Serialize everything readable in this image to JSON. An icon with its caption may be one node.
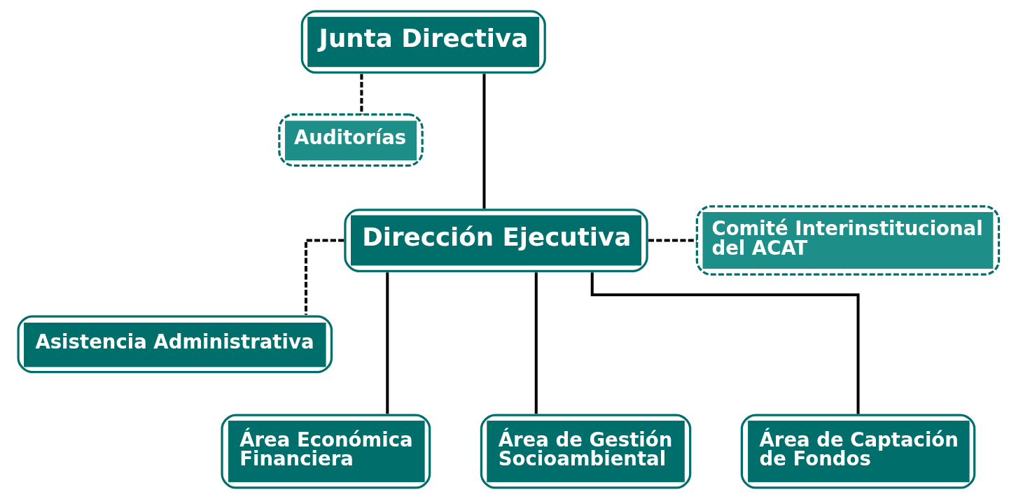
{
  "diagram": {
    "nodes": [
      {
        "text": [
          "Junta Directiva"
        ]
      },
      {
        "text": [
          "Auditorías"
        ]
      },
      {
        "text": [
          "Dirección Ejecutiva"
        ]
      },
      {
        "text": [
          "Comité Interinstitucional del ACAT"
        ]
      },
      {
        "text": [
          "Asistencia Administrativa"
        ]
      },
      {
        "text": [
          "Área Económica Financiera"
        ]
      },
      {
        "text": [
          "Área de Gestión Socioambiental"
        ]
      },
      {
        "text": [
          "Área de Captación de Fondos"
        ]
      }
    ],
    "edges": [
      {
        "from": 0,
        "to": 2,
        "arrow": "none"
      },
      {
        "from": 0,
        "to": 1,
        "arrow": "none",
        "style": "dashed"
      },
      {
        "from": 2,
        "to": 3,
        "arrow": "none",
        "style": "dashed"
      },
      {
        "from": 2,
        "to": 4,
        "arrow": "none",
        "style": "dashed"
      },
      {
        "from": 2,
        "to": 5,
        "arrow": "none"
      },
      {
        "from": 2,
        "to": 6,
        "arrow": "none"
      },
      {
        "from": 2,
        "to": 7,
        "arrow": "none"
      }
    ]
  }
}
